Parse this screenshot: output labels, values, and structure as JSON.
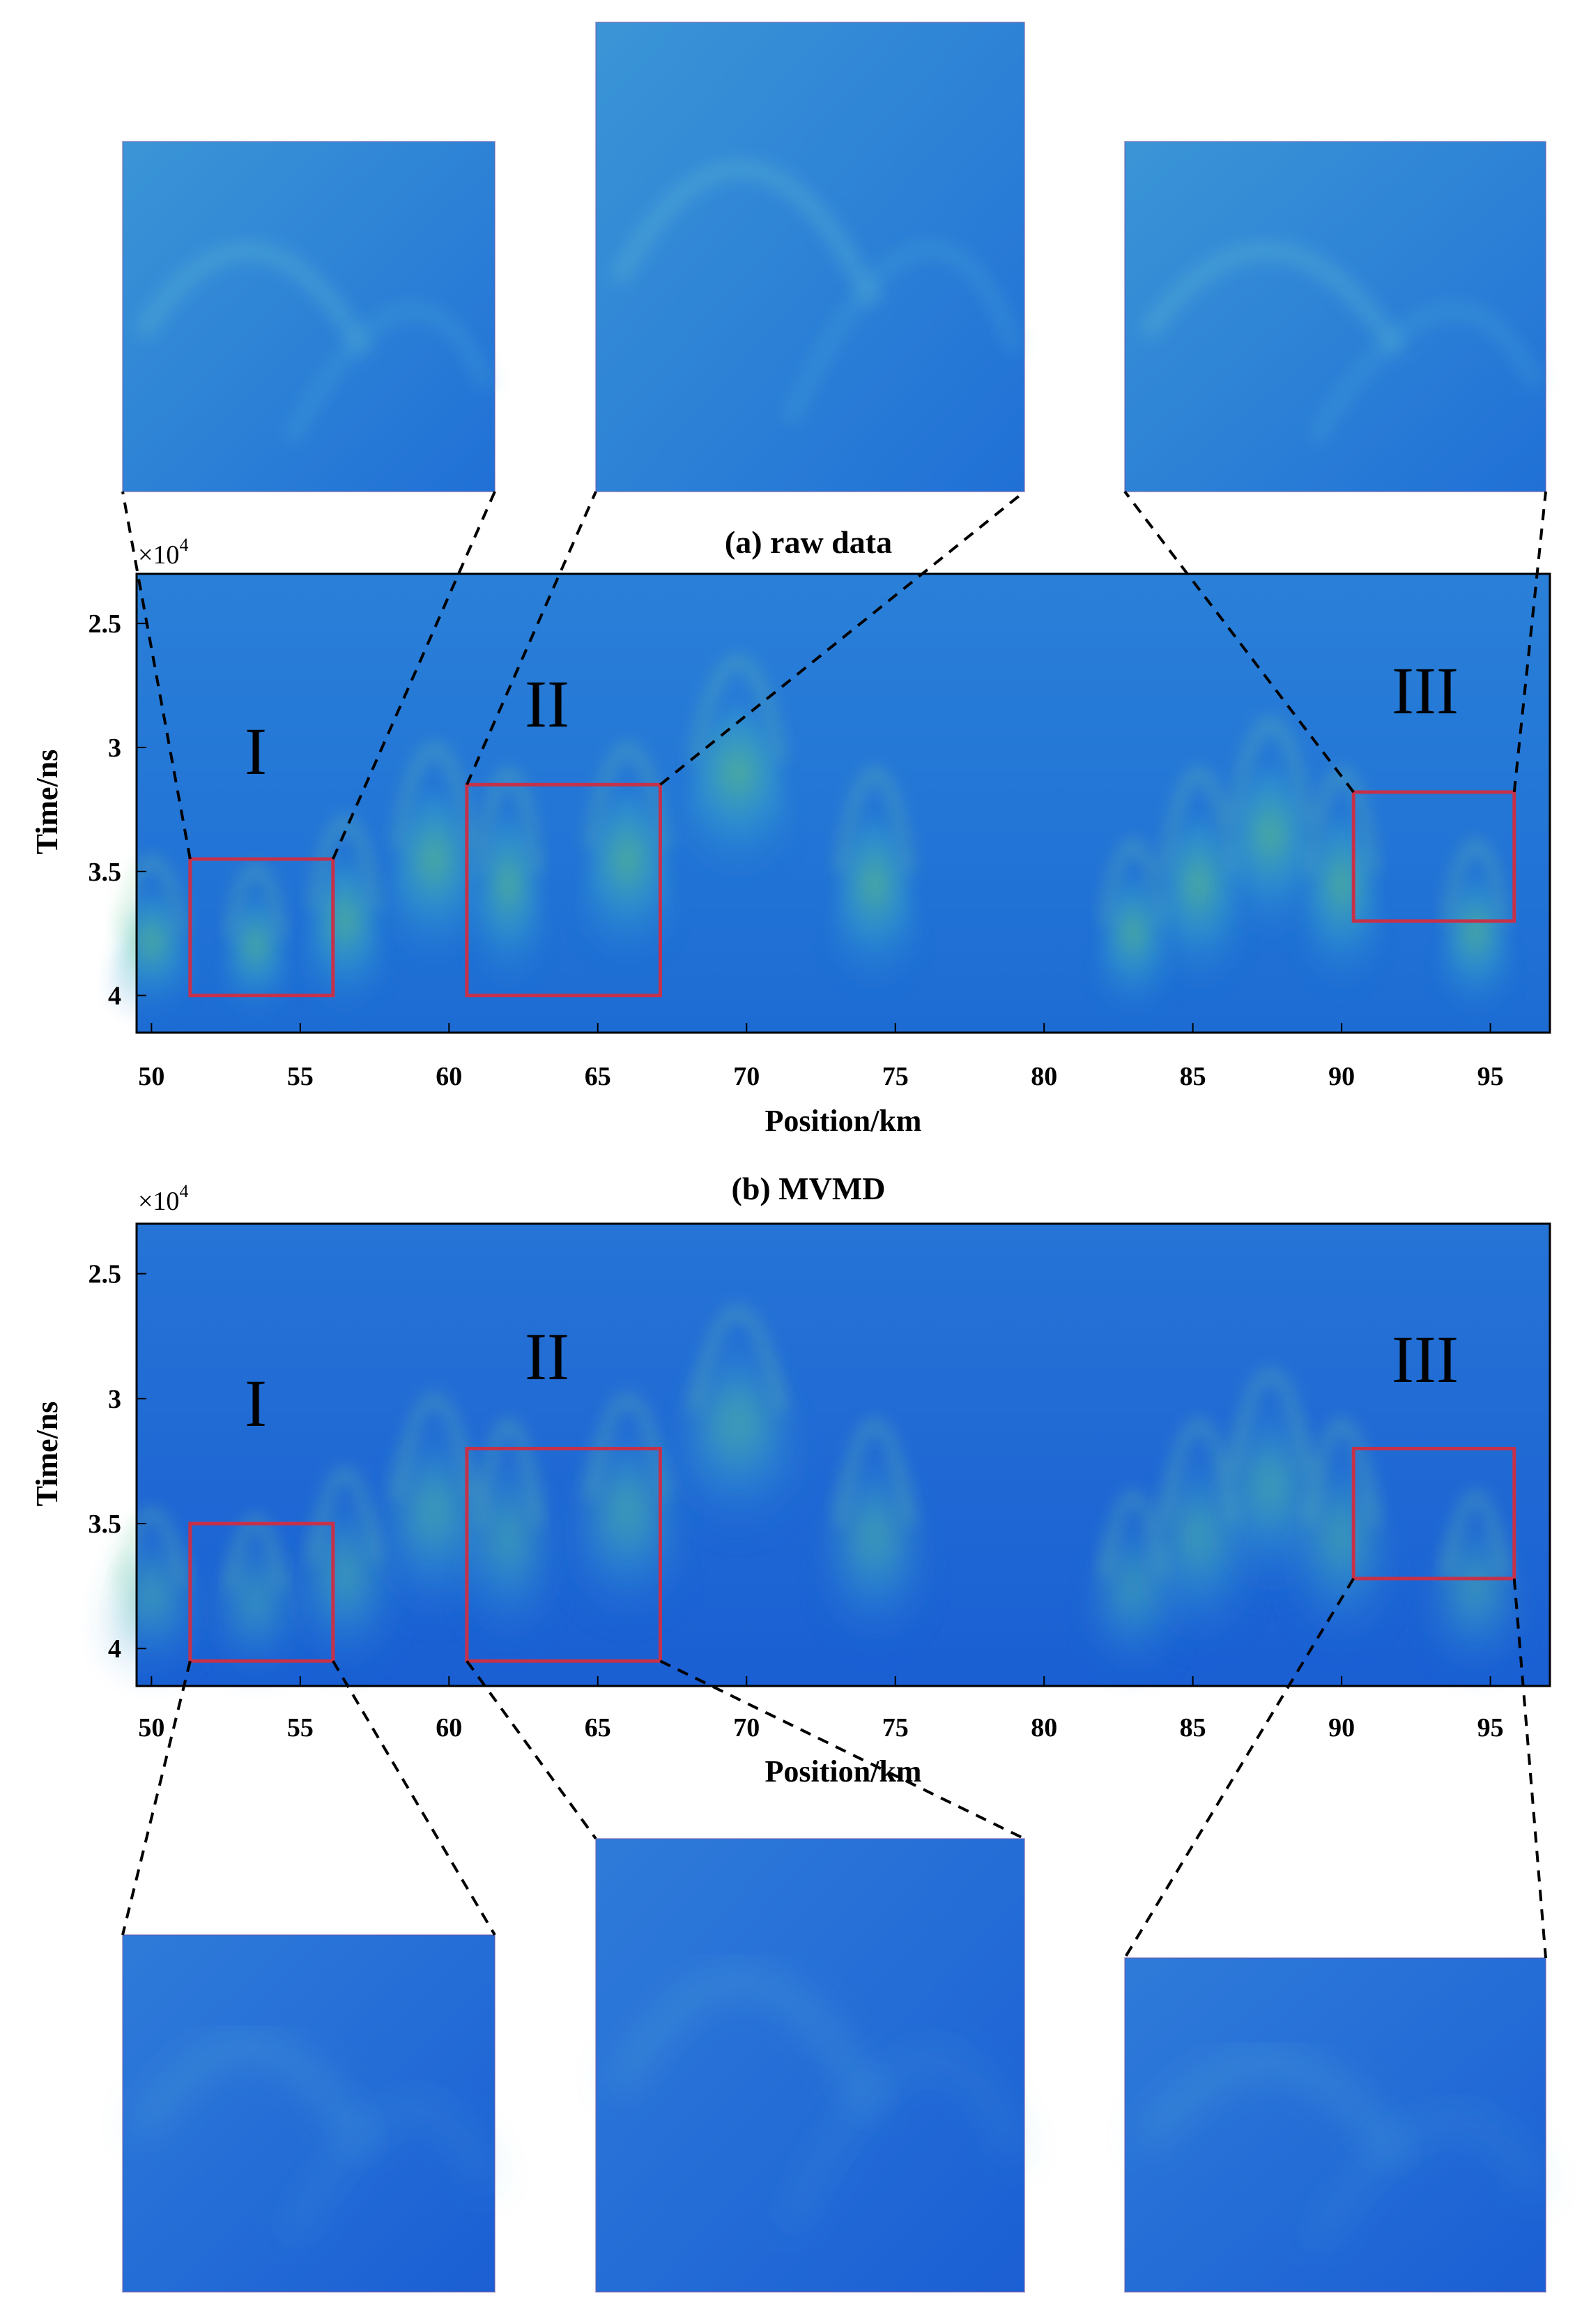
{
  "colors": {
    "background_blue": "#1f6fd6",
    "echo_cyan": "#3fb6c6",
    "echo_green": "#62c77c",
    "roi_box": "#c6314a",
    "leader_line": "#000000"
  },
  "chart_data": [
    {
      "type": "heatmap",
      "title": "(a) raw data",
      "xlabel": "Position/km",
      "ylabel": "Time/ns",
      "y_multiplier": "×10",
      "y_multiplier_exp": "4",
      "xlim": [
        49.5,
        97
      ],
      "ylim": [
        2.3,
        4.15
      ],
      "y_reversed": true,
      "xticks": [
        50,
        55,
        60,
        65,
        70,
        75,
        80,
        85,
        90,
        95
      ],
      "yticks": [
        2.5,
        3,
        3.5,
        4
      ],
      "ridges": [
        {
          "x": 50.0,
          "y": 3.42,
          "w": 2.2
        },
        {
          "x": 53.5,
          "y": 3.45,
          "w": 1.8
        },
        {
          "x": 56.5,
          "y": 3.25,
          "w": 2.2
        },
        {
          "x": 59.5,
          "y": 2.95,
          "w": 2.6
        },
        {
          "x": 62.0,
          "y": 3.05,
          "w": 2.0
        },
        {
          "x": 66.0,
          "y": 2.95,
          "w": 2.6
        },
        {
          "x": 69.7,
          "y": 2.6,
          "w": 3.0
        },
        {
          "x": 74.3,
          "y": 3.05,
          "w": 2.4
        },
        {
          "x": 83.0,
          "y": 3.35,
          "w": 2.0
        },
        {
          "x": 85.2,
          "y": 3.05,
          "w": 2.4
        },
        {
          "x": 87.6,
          "y": 2.85,
          "w": 2.6
        },
        {
          "x": 90.0,
          "y": 3.05,
          "w": 2.2
        },
        {
          "x": 94.5,
          "y": 3.35,
          "w": 2.0
        }
      ],
      "regions": [
        {
          "label": "I",
          "x": [
            51.3,
            56.1
          ],
          "y": [
            3.45,
            4.0
          ]
        },
        {
          "label": "II",
          "x": [
            60.6,
            67.1
          ],
          "y": [
            3.15,
            4.0
          ]
        },
        {
          "label": "III",
          "x": [
            90.4,
            95.8
          ],
          "y": [
            3.18,
            3.7
          ]
        }
      ]
    },
    {
      "type": "heatmap",
      "title": "(b) MVMD",
      "xlabel": "Position/km",
      "ylabel": "Time/ns",
      "y_multiplier": "×10",
      "y_multiplier_exp": "4",
      "xlim": [
        49.5,
        97
      ],
      "ylim": [
        2.3,
        4.15
      ],
      "y_reversed": true,
      "xticks": [
        50,
        55,
        60,
        65,
        70,
        75,
        80,
        85,
        90,
        95
      ],
      "yticks": [
        2.5,
        3,
        3.5,
        4
      ],
      "ridges": [
        {
          "x": 50.0,
          "y": 3.42,
          "w": 2.2
        },
        {
          "x": 53.5,
          "y": 3.45,
          "w": 1.8
        },
        {
          "x": 56.5,
          "y": 3.25,
          "w": 2.2
        },
        {
          "x": 59.5,
          "y": 2.95,
          "w": 2.6
        },
        {
          "x": 62.0,
          "y": 3.05,
          "w": 2.0
        },
        {
          "x": 66.0,
          "y": 2.95,
          "w": 2.6
        },
        {
          "x": 69.7,
          "y": 2.6,
          "w": 3.0
        },
        {
          "x": 74.3,
          "y": 3.05,
          "w": 2.4
        },
        {
          "x": 83.0,
          "y": 3.35,
          "w": 2.0
        },
        {
          "x": 85.2,
          "y": 3.05,
          "w": 2.4
        },
        {
          "x": 87.6,
          "y": 2.85,
          "w": 2.6
        },
        {
          "x": 90.0,
          "y": 3.05,
          "w": 2.2
        },
        {
          "x": 94.5,
          "y": 3.35,
          "w": 2.0
        }
      ],
      "regions": [
        {
          "label": "I",
          "x": [
            51.3,
            56.1
          ],
          "y": [
            3.5,
            4.05
          ]
        },
        {
          "label": "II",
          "x": [
            60.6,
            67.1
          ],
          "y": [
            3.2,
            4.05
          ]
        },
        {
          "label": "III",
          "x": [
            90.4,
            95.8
          ],
          "y": [
            3.2,
            3.72
          ]
        }
      ]
    }
  ]
}
